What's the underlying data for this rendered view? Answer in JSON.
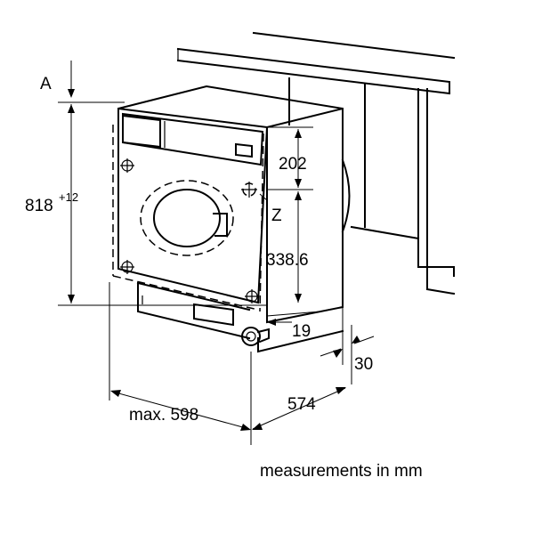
{
  "labels": {
    "a_marker": "A",
    "height": "818",
    "height_tolerance": "+12",
    "top_clearance": "202",
    "z_marker": "Z",
    "z_height": "338.6",
    "base_offset": "19",
    "rear_gap": "30",
    "width": "max. 598",
    "depth": "574"
  },
  "caption": "measurements in mm"
}
